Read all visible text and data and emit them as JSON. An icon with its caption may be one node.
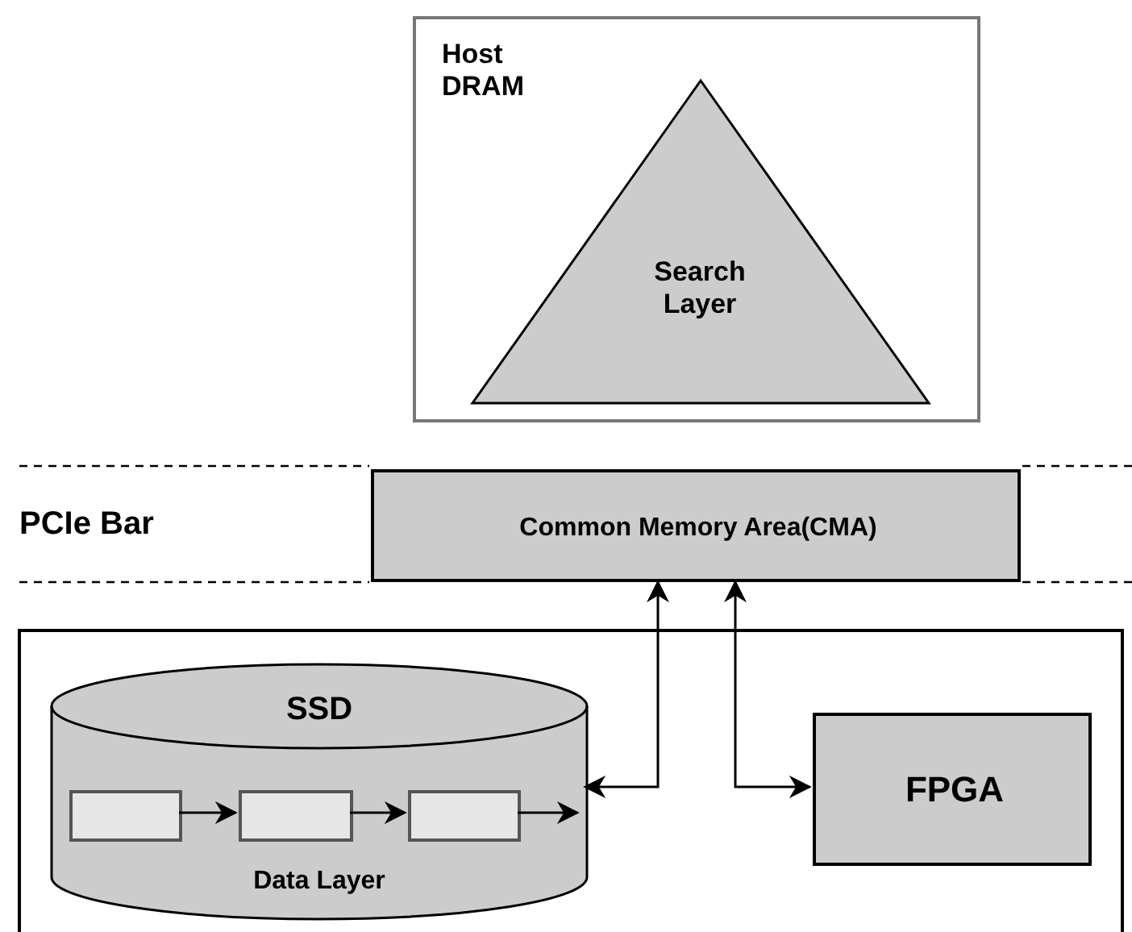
{
  "diagram": {
    "nodes": [
      {
        "text": [
          "Host DRAM"
        ]
      },
      {
        "text": [
          "Search Layer"
        ],
        "in": 0
      },
      {
        "text": [
          "Common Memory Area(CMA)"
        ]
      },
      {
        "text": [],
        "shape": "box"
      },
      {
        "text": [
          "SSD",
          "Data Layer"
        ],
        "in": 3
      },
      {
        "text": [],
        "shape": "box",
        "in": 4
      },
      {
        "text": [],
        "shape": "box",
        "in": 4
      },
      {
        "text": [],
        "shape": "box",
        "in": 4
      },
      {
        "text": [
          "FPGA"
        ],
        "in": 3
      }
    ],
    "edges": [
      {
        "from": 5,
        "to": 6,
        "arrow": "to"
      },
      {
        "from": 6,
        "to": 7,
        "arrow": "to"
      },
      {
        "from": 7,
        "to": null,
        "arrow": "to"
      },
      {
        "from": 4,
        "to": 2,
        "arrow": "both"
      },
      {
        "from": 8,
        "to": 2,
        "arrow": "both"
      }
    ],
    "labels": [
      "PCIe Bar"
    ]
  }
}
